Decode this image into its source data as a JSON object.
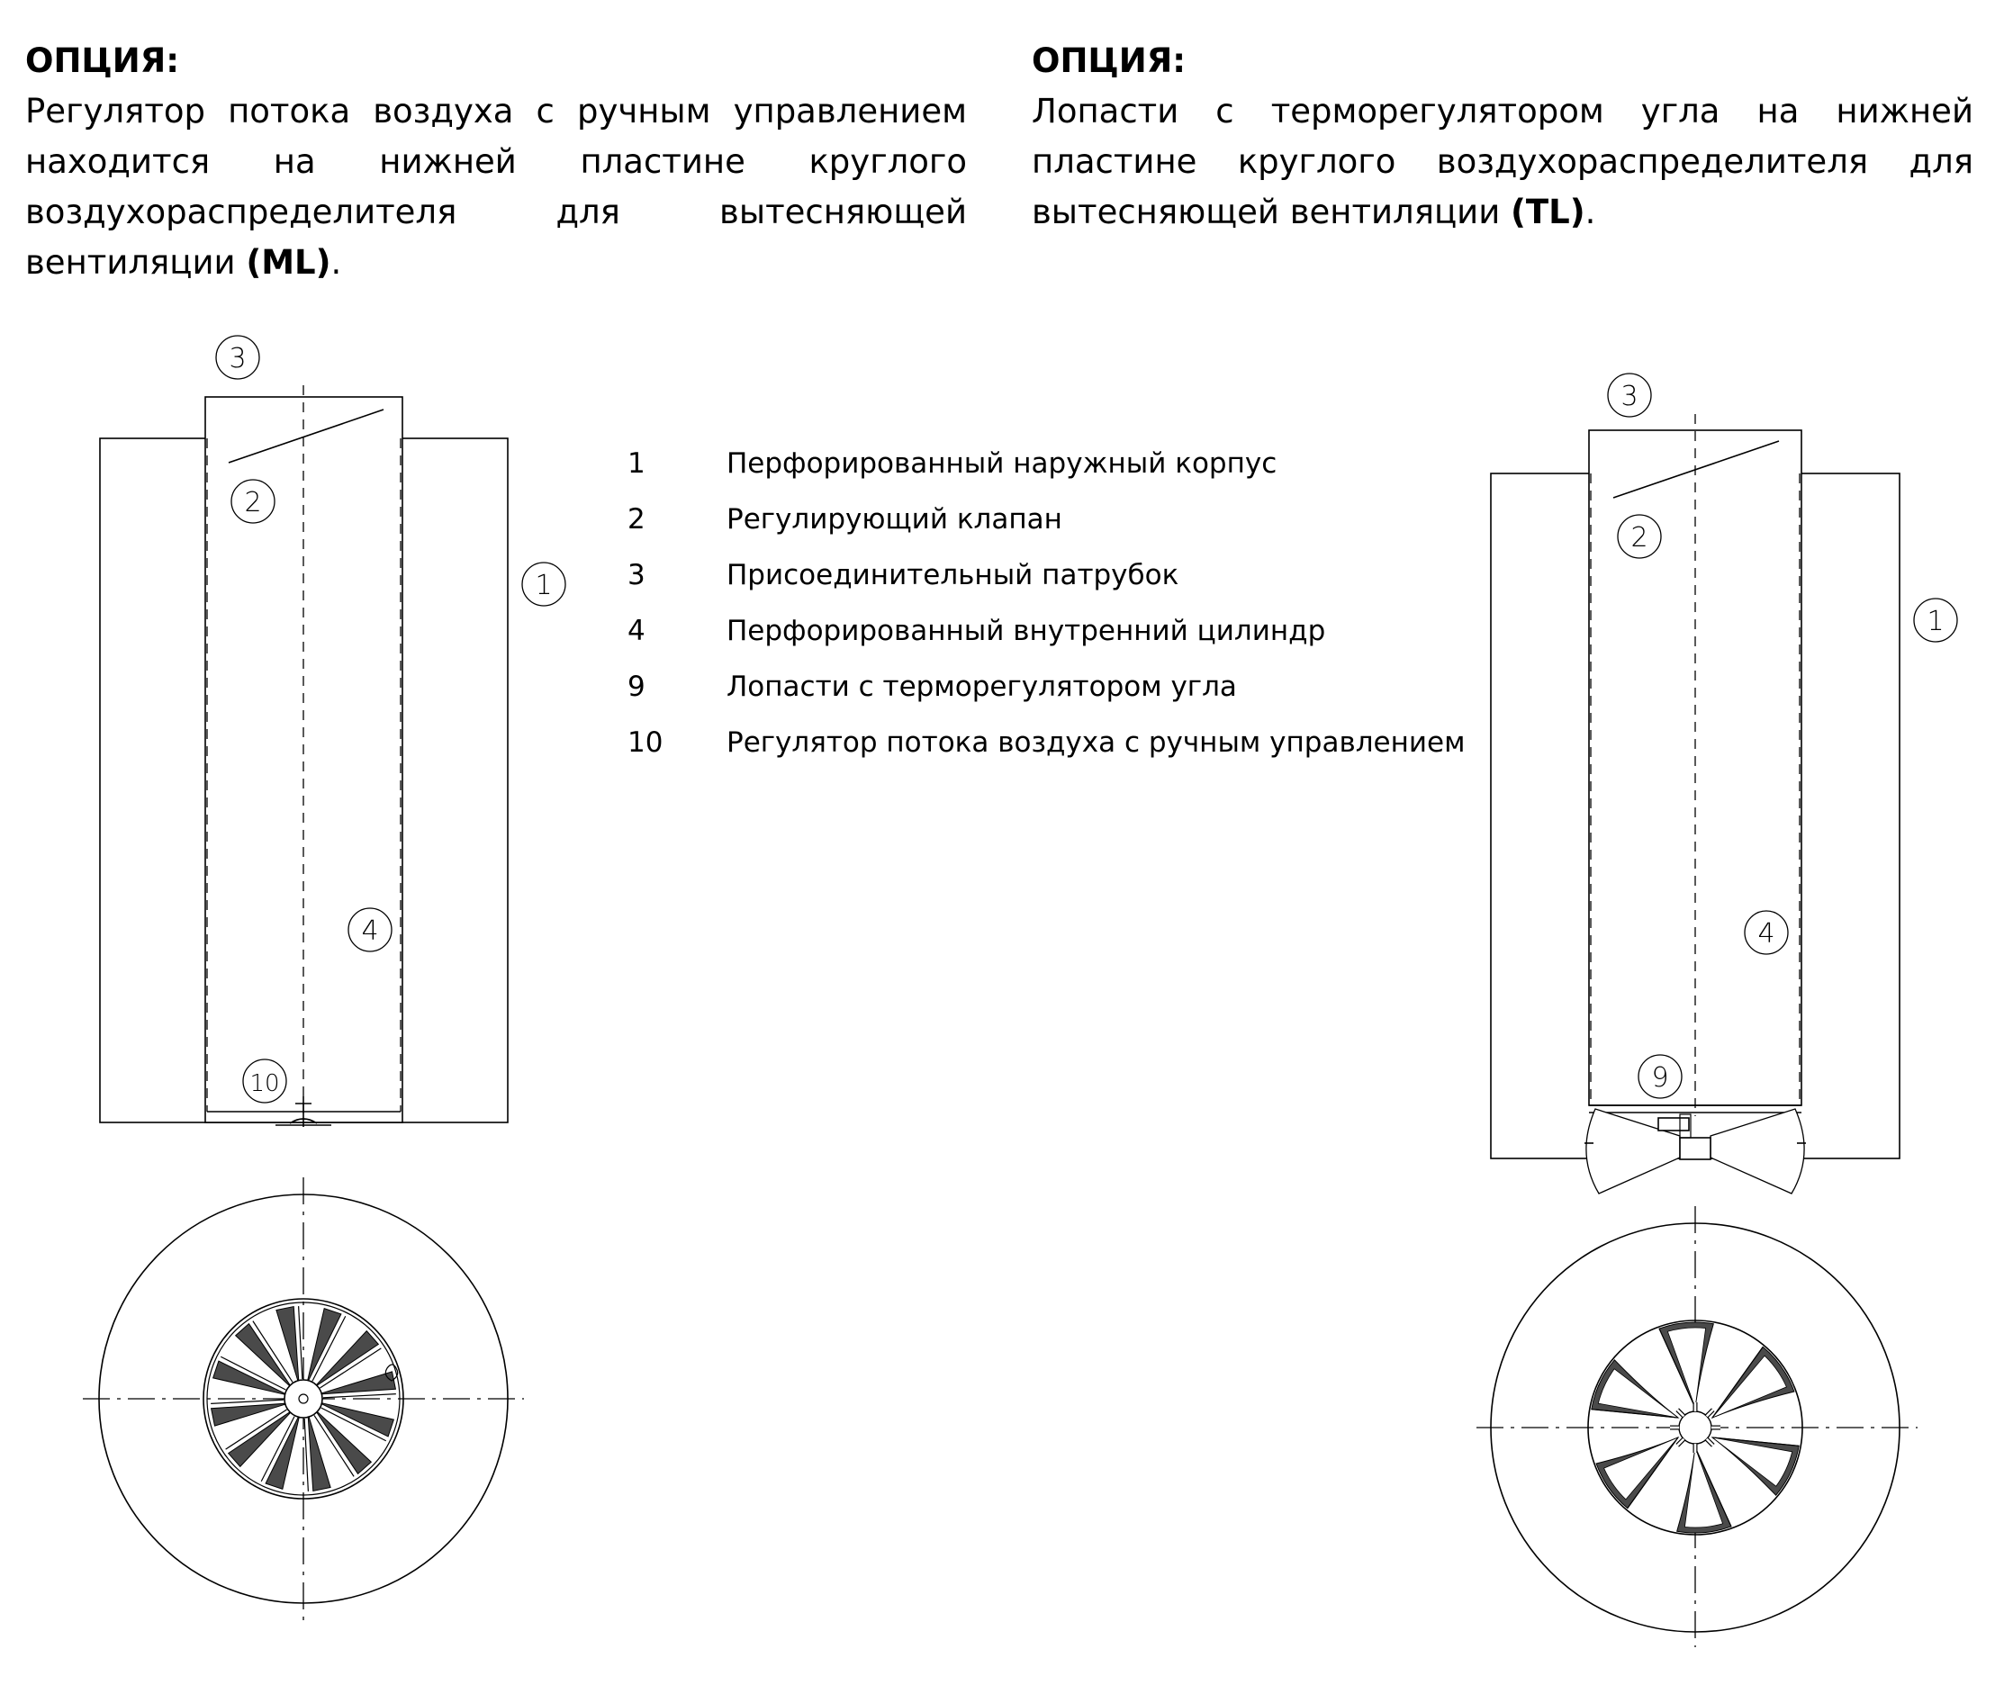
{
  "options": {
    "left": {
      "heading": "ОПЦИЯ:",
      "text": "Регулятор потока воздуха с ручным управлением находится на нижней пластине круглого воздухораспределителя для вытесняющей вентиляции ",
      "code": "(ML)",
      "end": "."
    },
    "right": {
      "heading": "ОПЦИЯ:",
      "text": "Лопасти с терморегулятором угла на нижней пластине круглого воздухораспределителя для вытесняющей вентиляции ",
      "code": "(TL)",
      "end": "."
    }
  },
  "legend": [
    {
      "num": "1",
      "label": "Перфорированный наружный корпус"
    },
    {
      "num": "2",
      "label": "Регулирующий клапан"
    },
    {
      "num": "3",
      "label": "Присоединительный патрубок"
    },
    {
      "num": "4",
      "label": "Перфорированный внутренний цилиндр"
    },
    {
      "num": "9",
      "label": "Лопасти с терморегулятором угла"
    },
    {
      "num": "10",
      "label": "Регулятор потока воздуха с ручным управлением"
    }
  ],
  "callouts": {
    "left": {
      "c3": "3",
      "c2": "2",
      "c1": "1",
      "c4": "4",
      "c10": "10"
    },
    "right": {
      "c3": "3",
      "c2": "2",
      "c1": "1",
      "c4": "4",
      "c9": "9"
    }
  }
}
